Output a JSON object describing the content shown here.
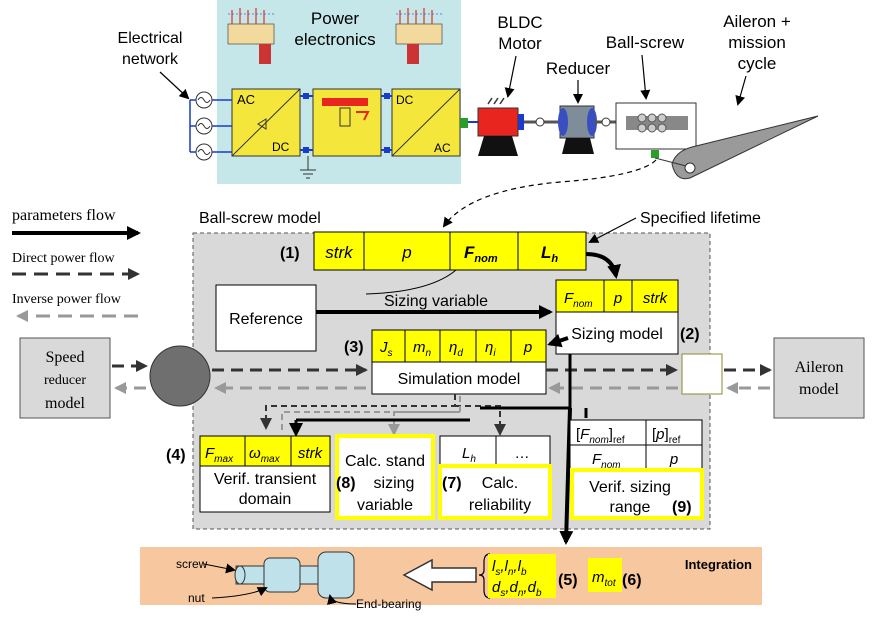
{
  "top_labels": {
    "electrical_network_1": "Electrical",
    "electrical_network_2": "network",
    "power_electronics_1": "Power",
    "power_electronics_2": "electronics",
    "bldc_1": "BLDC",
    "bldc_2": "Motor",
    "reducer": "Reducer",
    "ball_screw": "Ball-screw",
    "aileron_1": "Aileron +",
    "aileron_2": "mission",
    "aileron_3": "cycle",
    "ac_left": "AC",
    "dc_left": "DC",
    "dc_right": "DC",
    "ac_right": "AC"
  },
  "legend": {
    "parameters_flow": "parameters flow",
    "direct_power_flow": "Direct power flow",
    "inverse_power_flow": "Inverse power flow"
  },
  "model": {
    "title": "Ball-screw model",
    "specified_lifetime": "Specified lifetime",
    "sizing_variable": "Sizing variable",
    "reference": "Reference",
    "sizing_model": "Sizing model",
    "simulation_model": "Simulation model",
    "verif_transient_1": "Verif. transient",
    "verif_transient_2": "domain",
    "calc_stand_1": "Calc. stand",
    "calc_stand_2": "sizing",
    "calc_stand_3": "variable",
    "calc_rel_1": "Calc.",
    "calc_rel_2": "reliability",
    "verif_sizing_1": "Verif. sizing",
    "verif_sizing_2": "range",
    "ellipsis": "…"
  },
  "labels_num": {
    "n1": "(1)",
    "n2": "(2)",
    "n3": "(3)",
    "n4": "(4)",
    "n5": "(5)",
    "n6": "(6)",
    "n7": "(7)",
    "n8": "(8)",
    "n9": "(9)"
  },
  "vars": {
    "strk": "strk",
    "p": "p",
    "F": "F",
    "nom": "nom",
    "L": "L",
    "h": "h",
    "J": "J",
    "s": "s",
    "m": "m",
    "n": "n",
    "eta": "η",
    "d": "d",
    "i": "i",
    "max": "max",
    "omega": "ω",
    "ref": "ref",
    "tot": "tot",
    "l": "l",
    "b": "b"
  },
  "side_models": {
    "speed_1": "Speed",
    "speed_2": "reducer",
    "speed_3": "model",
    "aileron_1": "Aileron",
    "aileron_2": "model"
  },
  "integration": {
    "title": "Integration",
    "screw": "screw",
    "nut": "nut",
    "end_bearing": "End-bearing"
  },
  "colors": {
    "yellow": "#ffff00",
    "cyan_panel": "#c6e7ea",
    "grey_panel": "#d9d9d9",
    "orange_panel": "#f7c89f",
    "box_yellow": "#f5e63c",
    "motor_red": "#e8261f"
  }
}
